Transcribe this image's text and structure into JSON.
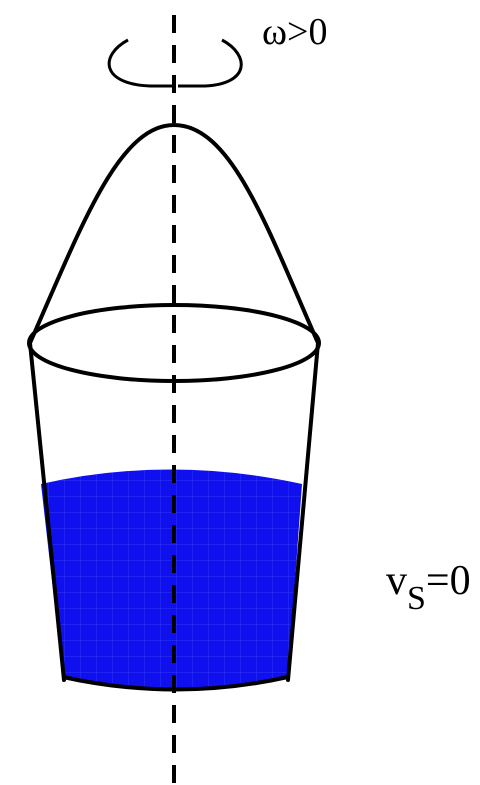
{
  "labels": {
    "omega_symbol": "ω",
    "omega_relation": ">0",
    "velocity_symbol": "v",
    "velocity_subscript": "S",
    "velocity_relation": "=0"
  },
  "colors": {
    "stroke": "#000000",
    "water": "#1010ee",
    "water_grid": "#5b6cff",
    "background": "#ffffff"
  },
  "icons": {
    "rotation": "rotation-arrow-icon",
    "axis": "dashed-axis-line"
  }
}
